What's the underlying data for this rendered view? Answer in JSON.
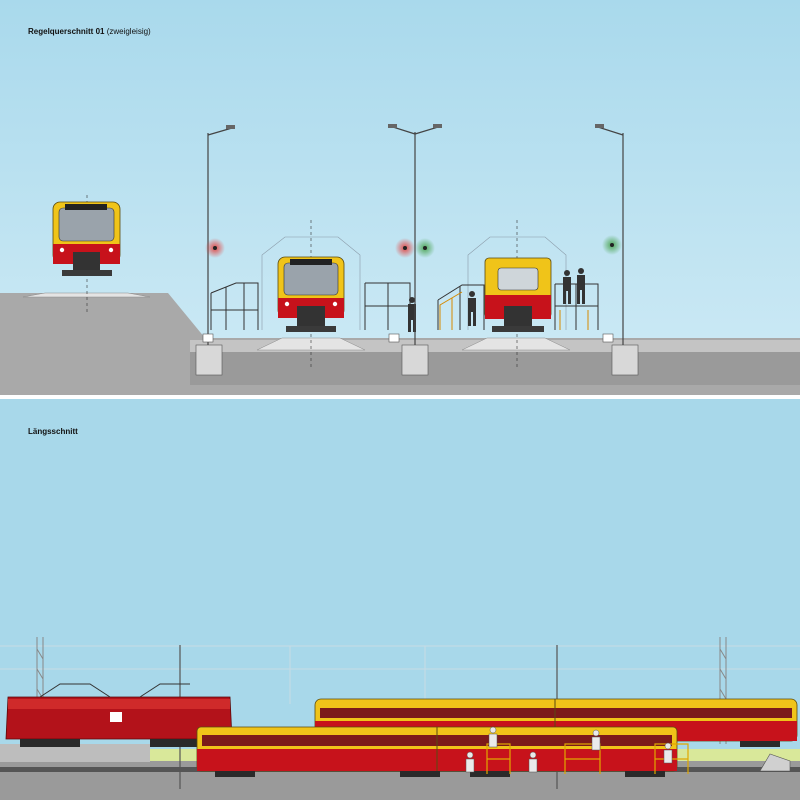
{
  "cross_section": {
    "title_bold": "Regelquerschnitt 01",
    "title_suffix": " (zweigleisig)"
  },
  "longitudinal_section": {
    "title": "Längsschnitt"
  },
  "colors": {
    "sky": "#a8d8ea",
    "ground": "#b4b4b4",
    "train_red": "#c7121b",
    "train_yellow": "#f0c419",
    "loco_red": "#b3121a",
    "signal_red": "#e53935",
    "signal_green": "#43a047"
  },
  "icons": [
    "street-lamp-icon",
    "signal-light-icon",
    "worker-icon",
    "platform-railing-icon"
  ]
}
